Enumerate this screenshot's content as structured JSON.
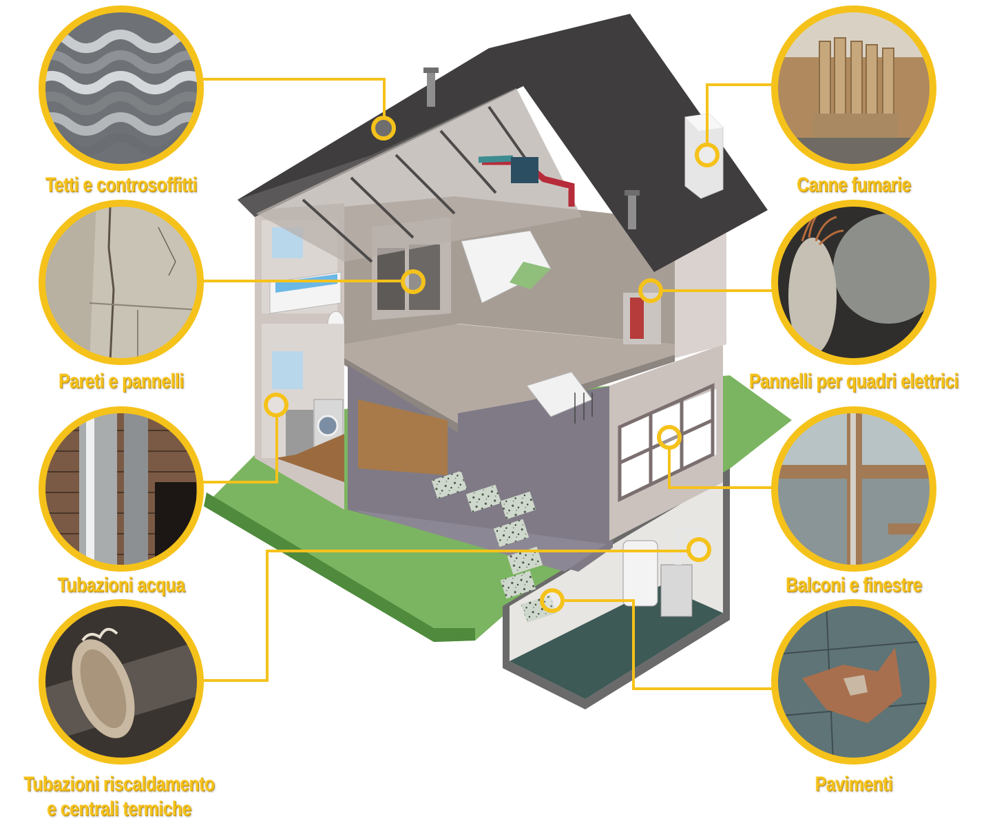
{
  "colors": {
    "accent": "#f5c21b",
    "roof": "#3f3d3e",
    "wall": "#d4cbc6",
    "lawn": "#7cb561",
    "floor": "#7f7a86"
  },
  "labels": {
    "roofs": "Tetti e controsoffitti",
    "walls": "Pareti e pannelli",
    "water_pipes": "Tubazioni acqua",
    "heating_line1": "Tubazioni riscaldamento",
    "heating_line2": "e centrali termiche",
    "flues": "Canne fumarie",
    "electrical": "Pannelli per quadri elettrici",
    "windows": "Balconi e finestre",
    "floors": "Pavimenti"
  }
}
